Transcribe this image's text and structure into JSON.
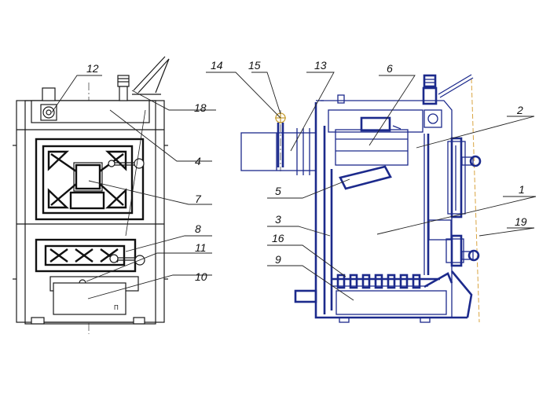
{
  "diagram": {
    "callouts": [
      {
        "id": "c1",
        "text": "1"
      },
      {
        "id": "c2",
        "text": "2"
      },
      {
        "id": "c3",
        "text": "3"
      },
      {
        "id": "c4",
        "text": "4"
      },
      {
        "id": "c5",
        "text": "5"
      },
      {
        "id": "c6",
        "text": "6"
      },
      {
        "id": "c7",
        "text": "7"
      },
      {
        "id": "c8",
        "text": "8"
      },
      {
        "id": "c9",
        "text": "9"
      },
      {
        "id": "c10",
        "text": "10"
      },
      {
        "id": "c11",
        "text": "11"
      },
      {
        "id": "c12",
        "text": "12"
      },
      {
        "id": "c13",
        "text": "13"
      },
      {
        "id": "c14",
        "text": "14"
      },
      {
        "id": "c15",
        "text": "15"
      },
      {
        "id": "c16",
        "text": "16"
      },
      {
        "id": "c18",
        "text": "18"
      },
      {
        "id": "c19",
        "text": "19"
      }
    ],
    "ash_door_mark": "П",
    "colors": {
      "outline": "#1a1a1a",
      "section_blue": "#1c2a8c",
      "axis_orange": "#d9a441"
    }
  }
}
